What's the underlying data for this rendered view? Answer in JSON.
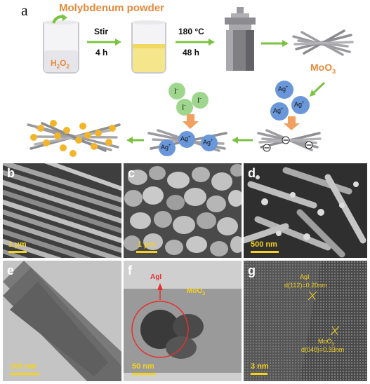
{
  "scheme": {
    "letter": "a",
    "molybdenum": "Molybdenum powder",
    "h2o2": "H",
    "h2o2_sub1": "2",
    "h2o2_mid": "O",
    "h2o2_sub2": "2",
    "stir": "Stir",
    "stir_time": "4 h",
    "temp": "180 °C",
    "temp_time": "48 h",
    "moo3": "MoO",
    "moo3_sub": "3",
    "ag_plus": "Ag",
    "i_minus": "I",
    "minus": "⊖"
  },
  "panels": {
    "b": {
      "letter": "b",
      "scale": "1 μm"
    },
    "c": {
      "letter": "c",
      "scale": "1 μm"
    },
    "d": {
      "letter": "d",
      "scale": "500 nm"
    },
    "e": {
      "letter": "e",
      "scale": "100 nm"
    },
    "f": {
      "letter": "f",
      "scale": "50 nm",
      "agi": "AgI",
      "moo3": "MoO",
      "moo3_sub": "3"
    },
    "g": {
      "letter": "g",
      "scale": "3 nm",
      "agi": "AgI",
      "agi_d": "d(112)=0.20nm",
      "moo3": "MoO",
      "moo3_sub": "3",
      "moo3_d": "d(040)=0.33nm"
    }
  },
  "colors": {
    "orange": "#e8893a",
    "green": "#7cc242",
    "yellow": "#f5d21e",
    "blue": "#5b8fd6"
  }
}
